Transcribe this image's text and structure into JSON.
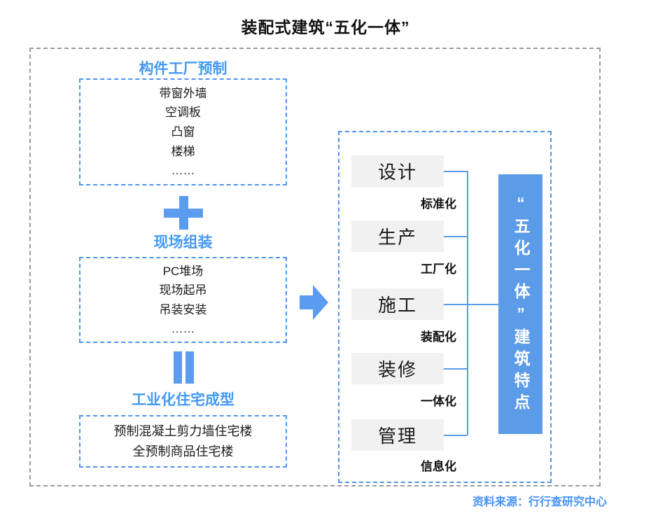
{
  "title": "装配式建筑“五化一体”",
  "source": "资料来源：行行查研究中心",
  "left_flow": {
    "steps": [
      {
        "heading": "构件工厂预制",
        "items": [
          "带窗外墙",
          "空调板",
          "凸窗",
          "楼梯",
          "……"
        ]
      },
      {
        "heading": "现场组装",
        "items": [
          "PC堆场",
          "现场起吊",
          "吊装安装",
          "……"
        ]
      },
      {
        "heading": "工业化住宅成型",
        "items": [
          "预制混凝土剪力墙住宅楼",
          "全预制商品住宅楼"
        ]
      }
    ],
    "operators": [
      {
        "icon": "plus-icon",
        "meaning": "加"
      },
      {
        "icon": "equals-icon",
        "meaning": "等于"
      }
    ]
  },
  "right_panel": {
    "stages": [
      {
        "name": "设计",
        "label": "标准化"
      },
      {
        "name": "生产",
        "label": "工厂化"
      },
      {
        "name": "施工",
        "label": "装配化"
      },
      {
        "name": "装修",
        "label": "一体化"
      },
      {
        "name": "管理",
        "label": "信息化"
      }
    ],
    "result": "“五化一体”建筑特点"
  },
  "colors": {
    "accent_blue": "#4599F2",
    "shape_blue": "#5B9BF0",
    "panel_blue": "#5B9BE8",
    "dashed_border_blue": "#4D94EF",
    "outer_border_gray": "#9A9A9A",
    "stage_box_gray": "#F1F1F1",
    "source_blue": "#4793F8"
  }
}
